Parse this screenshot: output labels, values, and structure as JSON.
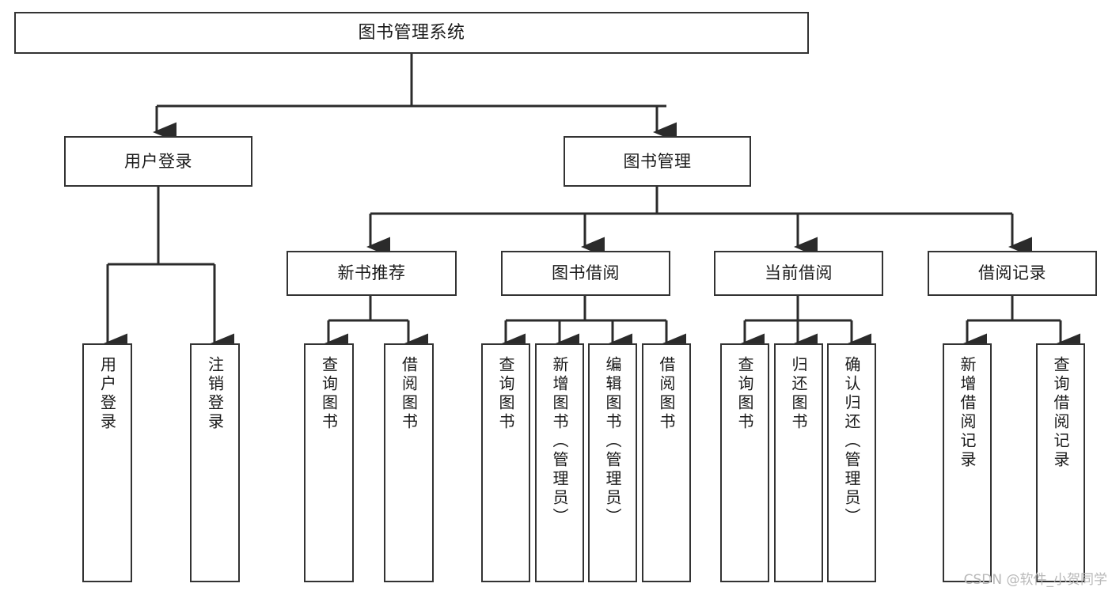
{
  "diagram": {
    "title": "图书管理系统",
    "root": {
      "label": "图书管理系统"
    },
    "level2": [
      {
        "label": "用户登录"
      },
      {
        "label": "图书管理"
      }
    ],
    "level3": [
      {
        "label": "新书推荐"
      },
      {
        "label": "图书借阅"
      },
      {
        "label": "当前借阅"
      },
      {
        "label": "借阅记录"
      }
    ],
    "leaves": {
      "user_login": [
        {
          "label": "用户登录"
        },
        {
          "label": "注销登录"
        }
      ],
      "new_book_recommend": [
        {
          "label": "查询图书"
        },
        {
          "label": "借阅图书"
        }
      ],
      "book_borrow": [
        {
          "label": "查询图书"
        },
        {
          "label": "新增图书（管理员）"
        },
        {
          "label": "编辑图书（管理员）"
        },
        {
          "label": "借阅图书"
        }
      ],
      "current_borrow": [
        {
          "label": "查询图书"
        },
        {
          "label": "归还图书"
        },
        {
          "label": "确认归还（管理员）"
        }
      ],
      "borrow_record": [
        {
          "label": "新增借阅记录"
        },
        {
          "label": "查询借阅记录"
        }
      ]
    }
  },
  "watermark": {
    "text": "CSDN @软件_小贺同学"
  },
  "colors": {
    "box_border": "#333333",
    "box_fill": "#ffffff",
    "connector": "#2b2b2b",
    "text": "#1a1a1a",
    "watermark": "#b8b8b8",
    "background": "#ffffff"
  }
}
